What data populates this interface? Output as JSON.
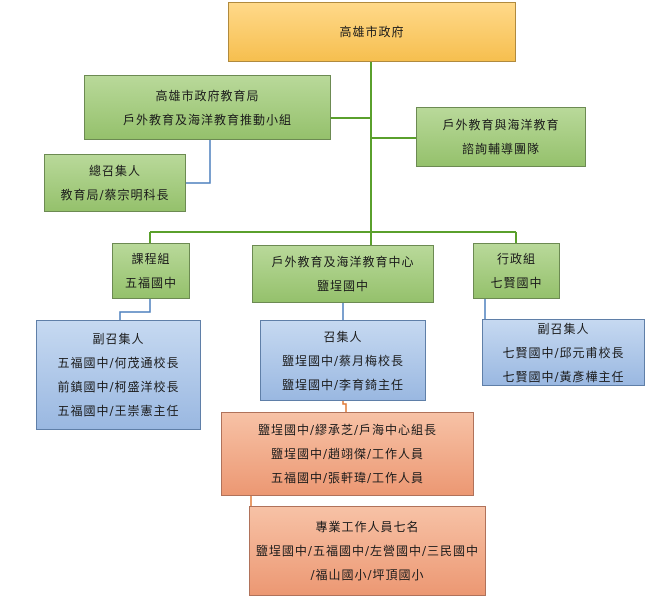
{
  "root": {
    "line1": "高雄市政府"
  },
  "edu_bureau": {
    "line1": "高雄市政府教育局",
    "line2": "戶外教育及海洋教育推動小組"
  },
  "advisory": {
    "line1": "戶外教育與海洋教育",
    "line2": "諮詢輔導團隊"
  },
  "convener_general": {
    "line1": "總召集人",
    "line2": "教育局/蔡宗明科長"
  },
  "curriculum": {
    "line1": "課程組",
    "line2": "五福國中"
  },
  "center": {
    "line1": "戶外教育及海洋教育中心",
    "line2": "鹽埕國中"
  },
  "admin": {
    "line1": "行政組",
    "line2": "七賢國中"
  },
  "deputy_left": {
    "title": "副召集人",
    "members": [
      "五福國中/何茂通校長",
      "前鎮國中/柯盛洋校長",
      "五福國中/王崇憲主任"
    ]
  },
  "convener_center": {
    "title": "召集人",
    "members": [
      "鹽埕國中/蔡月梅校長",
      "鹽埕國中/李育錡主任"
    ]
  },
  "deputy_right": {
    "title": "副召集人",
    "members": [
      "七賢國中/邱元甫校長",
      "七賢國中/黃彥樺主任"
    ]
  },
  "staff": {
    "members": [
      "鹽埕國中/繆承芝/戶海中心組長",
      "鹽埕國中/趙翊傑/工作人員",
      "五福國中/張軒瑋/工作人員"
    ]
  },
  "professional": {
    "title": "專業工作人員七名",
    "line2": "鹽埕國中/五福國中/左營國中/三民國中",
    "line3": "/福山國小/坪頂國小"
  },
  "colors": {
    "root": "#f6bf4f",
    "green": "#95c16c",
    "blue": "#9ab8e1",
    "salmon": "#ec9873",
    "connector_green": "#5aa02c",
    "connector_blue": "#4f81bd",
    "connector_orange": "#e07b39"
  }
}
